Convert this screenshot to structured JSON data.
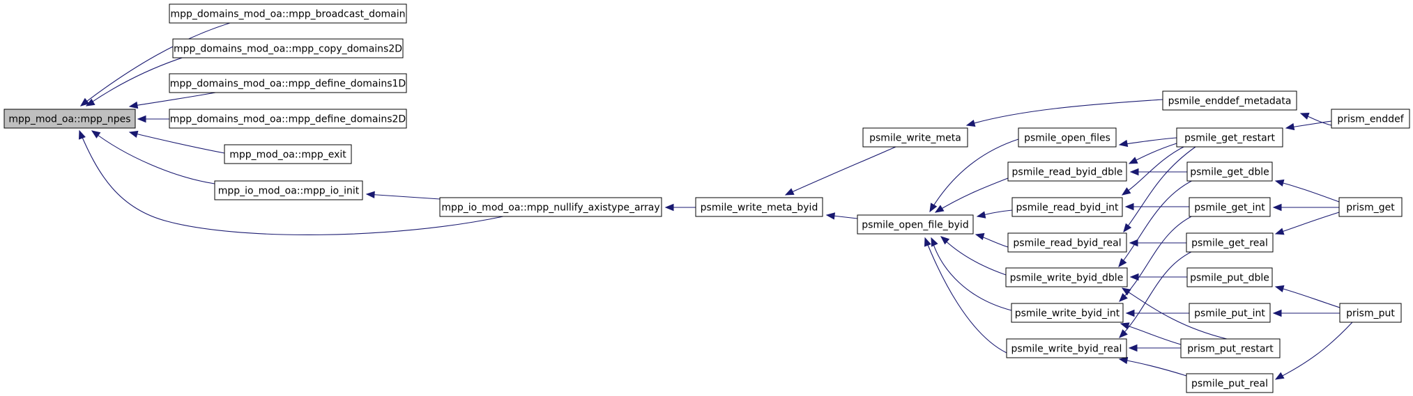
{
  "graph": {
    "colors": {
      "edge": "#191970",
      "root_fill": "#bfbfbf",
      "node_fill": "#ffffff",
      "border": "#000000"
    },
    "nodes": [
      {
        "id": "n0",
        "label": "mpp_mod_oa::mpp_npes",
        "highlight": true
      },
      {
        "id": "n1",
        "label": "mpp_domains_mod_oa::mpp_broadcast_domain"
      },
      {
        "id": "n2",
        "label": "mpp_domains_mod_oa::mpp_copy_domains2D"
      },
      {
        "id": "n3",
        "label": "mpp_domains_mod_oa::mpp_define_domains1D"
      },
      {
        "id": "n4",
        "label": "mpp_domains_mod_oa::mpp_define_domains2D"
      },
      {
        "id": "n5",
        "label": "mpp_mod_oa::mpp_exit"
      },
      {
        "id": "n6",
        "label": "mpp_io_mod_oa::mpp_io_init"
      },
      {
        "id": "n7",
        "label": "mpp_io_mod_oa::mpp_nullify_axistype_array"
      },
      {
        "id": "n8",
        "label": "psmile_write_meta_byid"
      },
      {
        "id": "n9",
        "label": "psmile_write_meta"
      },
      {
        "id": "n10",
        "label": "psmile_open_file_byid"
      },
      {
        "id": "n11",
        "label": "psmile_enddef_metadata"
      },
      {
        "id": "n12",
        "label": "prism_enddef"
      },
      {
        "id": "n13",
        "label": "psmile_open_files"
      },
      {
        "id": "n14",
        "label": "psmile_read_byid_dble"
      },
      {
        "id": "n15",
        "label": "psmile_read_byid_int"
      },
      {
        "id": "n16",
        "label": "psmile_read_byid_real"
      },
      {
        "id": "n17",
        "label": "psmile_write_byid_dble"
      },
      {
        "id": "n18",
        "label": "psmile_write_byid_int"
      },
      {
        "id": "n19",
        "label": "psmile_write_byid_real"
      },
      {
        "id": "n20",
        "label": "psmile_get_restart"
      },
      {
        "id": "n21",
        "label": "psmile_get_dble"
      },
      {
        "id": "n22",
        "label": "psmile_get_int"
      },
      {
        "id": "n23",
        "label": "psmile_get_real"
      },
      {
        "id": "n24",
        "label": "psmile_put_dble"
      },
      {
        "id": "n25",
        "label": "psmile_put_int"
      },
      {
        "id": "n26",
        "label": "prism_put_restart"
      },
      {
        "id": "n27",
        "label": "psmile_put_real"
      },
      {
        "id": "n28",
        "label": "prism_get"
      },
      {
        "id": "n29",
        "label": "prism_put"
      }
    ],
    "edges": [
      {
        "from": "n1",
        "to": "n0"
      },
      {
        "from": "n2",
        "to": "n0"
      },
      {
        "from": "n3",
        "to": "n0"
      },
      {
        "from": "n4",
        "to": "n0"
      },
      {
        "from": "n5",
        "to": "n0"
      },
      {
        "from": "n6",
        "to": "n0"
      },
      {
        "from": "n7",
        "to": "n0"
      },
      {
        "from": "n7",
        "to": "n6"
      },
      {
        "from": "n8",
        "to": "n7"
      },
      {
        "from": "n9",
        "to": "n8"
      },
      {
        "from": "n10",
        "to": "n8"
      },
      {
        "from": "n11",
        "to": "n9"
      },
      {
        "from": "n12",
        "to": "n11"
      },
      {
        "from": "n13",
        "to": "n10"
      },
      {
        "from": "n14",
        "to": "n10"
      },
      {
        "from": "n15",
        "to": "n10"
      },
      {
        "from": "n16",
        "to": "n10"
      },
      {
        "from": "n17",
        "to": "n10"
      },
      {
        "from": "n18",
        "to": "n10"
      },
      {
        "from": "n19",
        "to": "n10"
      },
      {
        "from": "n20",
        "to": "n13"
      },
      {
        "from": "n12",
        "to": "n20"
      },
      {
        "from": "n20",
        "to": "n14"
      },
      {
        "from": "n21",
        "to": "n14"
      },
      {
        "from": "n20",
        "to": "n15"
      },
      {
        "from": "n22",
        "to": "n15"
      },
      {
        "from": "n20",
        "to": "n16"
      },
      {
        "from": "n23",
        "to": "n16"
      },
      {
        "from": "n21",
        "to": "n17"
      },
      {
        "from": "n24",
        "to": "n17"
      },
      {
        "from": "n26",
        "to": "n17"
      },
      {
        "from": "n22",
        "to": "n18"
      },
      {
        "from": "n25",
        "to": "n18"
      },
      {
        "from": "n26",
        "to": "n18"
      },
      {
        "from": "n23",
        "to": "n19"
      },
      {
        "from": "n26",
        "to": "n19"
      },
      {
        "from": "n27",
        "to": "n19"
      },
      {
        "from": "n28",
        "to": "n21"
      },
      {
        "from": "n28",
        "to": "n22"
      },
      {
        "from": "n28",
        "to": "n23"
      },
      {
        "from": "n29",
        "to": "n24"
      },
      {
        "from": "n29",
        "to": "n25"
      },
      {
        "from": "n29",
        "to": "n27"
      }
    ]
  }
}
